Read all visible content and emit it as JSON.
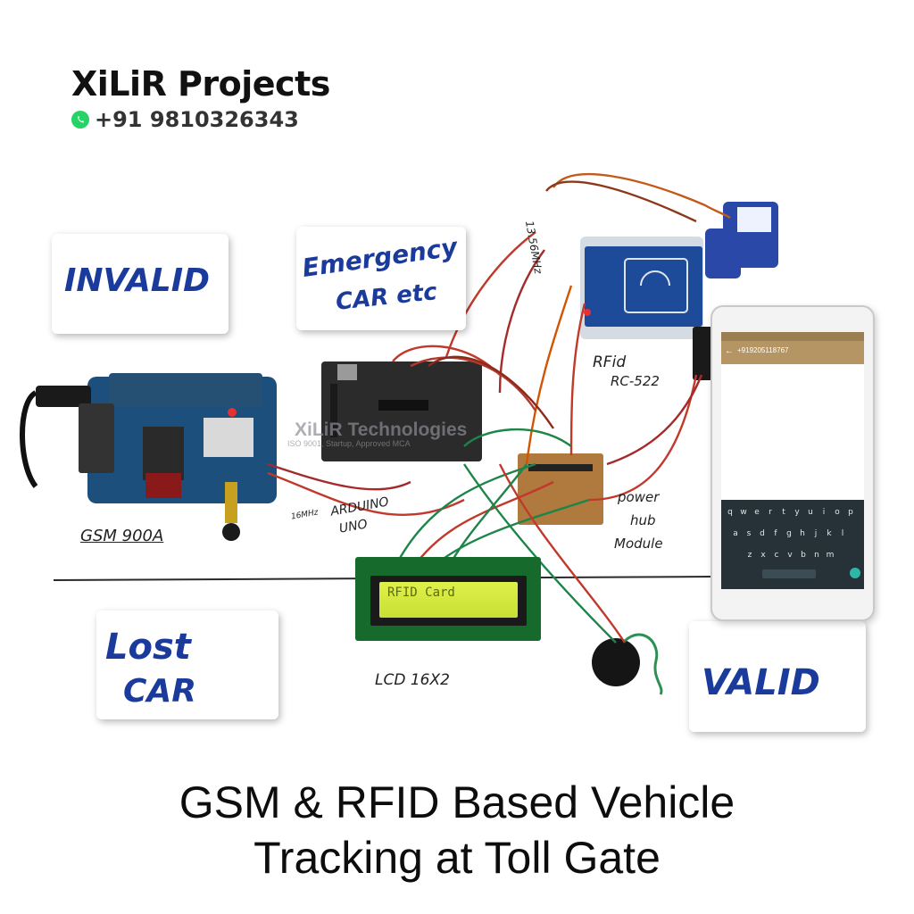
{
  "brand": {
    "title": "XiLiR Projects",
    "phone": "+91 9810326343",
    "icon": "whatsapp-icon"
  },
  "cards": {
    "invalid": "INVALID",
    "emergency_line1": "Emergency",
    "emergency_line2": "CAR etc",
    "lost_line1": "Lost",
    "lost_line2": "CAR",
    "valid": "VALID"
  },
  "labels": {
    "gsm": "GSM 900A",
    "arduino_line1": "ARDUINO",
    "arduino_line2": "UNO",
    "arduino_freq": "16MHz",
    "rfid_line1": "RFid",
    "rfid_line2": "RC-522",
    "rfid_freq": "13.56MHz",
    "power_line1": "power",
    "power_line2": "hub",
    "power_line3": "Module",
    "lcd": "LCD 16X2"
  },
  "lcd_display": {
    "text": "RFID Card"
  },
  "watermark": {
    "text": "XiLiR Technologies",
    "sub": "ISO 9001, Startup, Approved MCA"
  },
  "caption": {
    "line1": "GSM & RFID Based Vehicle",
    "line2": "Tracking at Toll Gate"
  },
  "phone_ui": {
    "number": "+919205118767",
    "keys_row1": [
      "q",
      "w",
      "e",
      "r",
      "t",
      "y",
      "u",
      "i",
      "o",
      "p"
    ],
    "keys_row2": [
      "a",
      "s",
      "d",
      "f",
      "g",
      "h",
      "j",
      "k",
      "l"
    ],
    "keys_row3": [
      "z",
      "x",
      "c",
      "v",
      "b",
      "n",
      "m"
    ]
  },
  "colors": {
    "marker_blue": "#1a3a9c",
    "pcb_blue": "#1d4f7c",
    "arduino_board": "#2b2b2b",
    "lcd_backlight": "#d6ec3c",
    "lcd_pcb": "#166a2b",
    "phone_accent": "#b59563",
    "keyboard": "#263238",
    "caption_text": "#0d0d0d"
  }
}
